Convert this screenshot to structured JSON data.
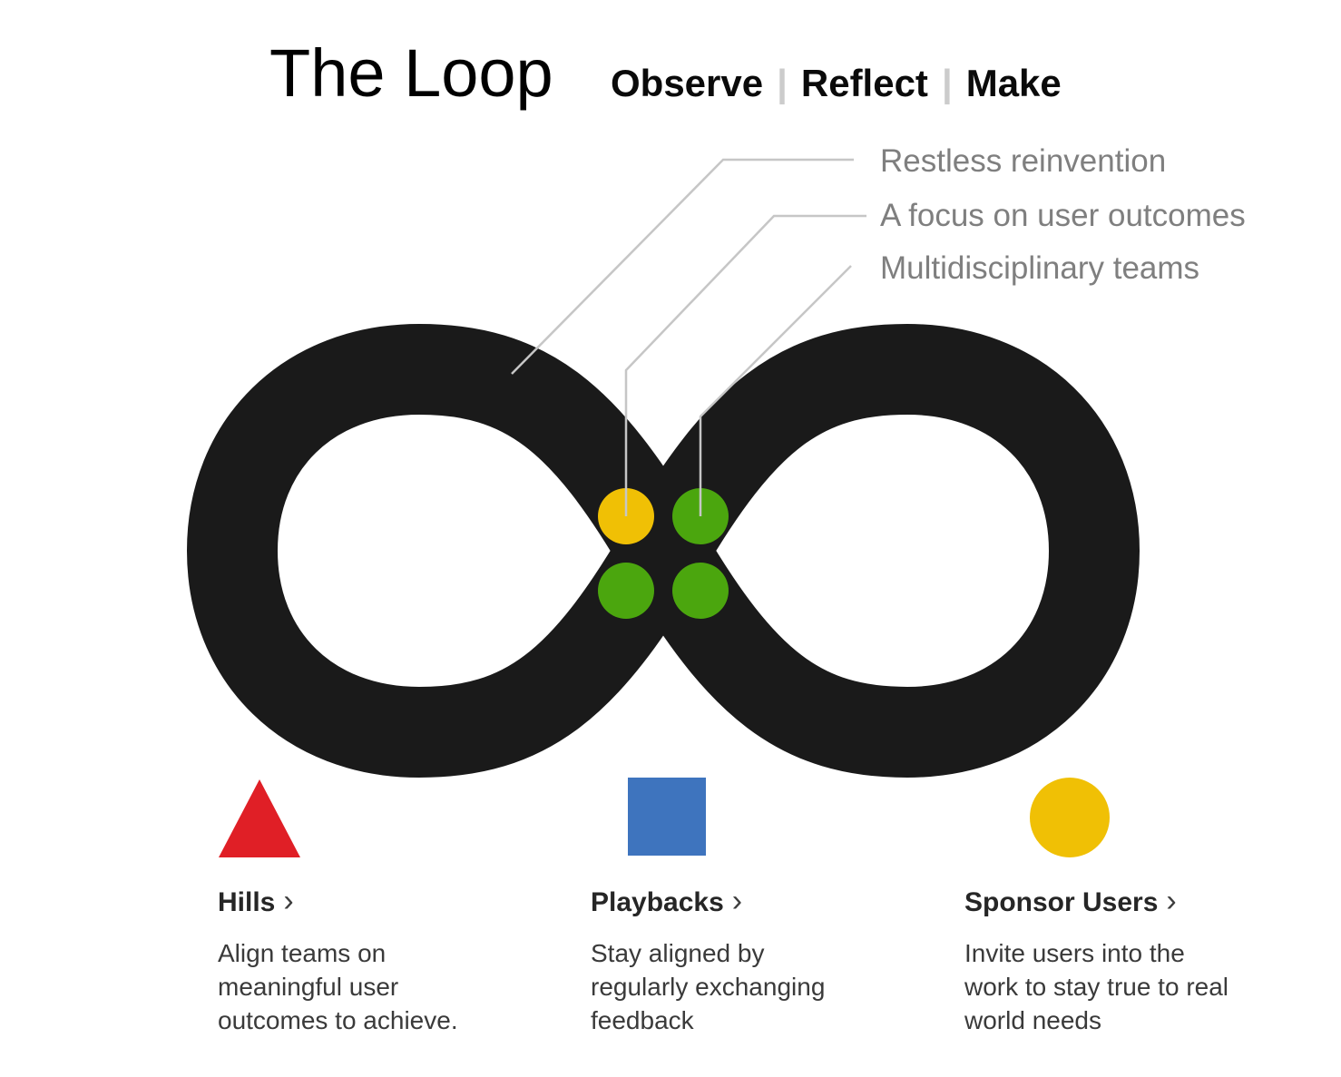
{
  "header": {
    "title": "The Loop",
    "separator": "|",
    "phases": [
      {
        "label": "Observe"
      },
      {
        "label": "Reflect"
      },
      {
        "label": "Make"
      }
    ]
  },
  "callouts": [
    {
      "label": "Restless reinvention"
    },
    {
      "label": "A focus on user outcomes"
    },
    {
      "label": "Multidisciplinary teams"
    }
  ],
  "diagram": {
    "loop_color": "#1a1a1a",
    "callout_line_color": "#c6c6c6",
    "dots": [
      {
        "name": "yellow-dot",
        "color": "#f0c005"
      },
      {
        "name": "green-dot-top-right",
        "color": "#4ba60e"
      },
      {
        "name": "green-dot-bottom-left",
        "color": "#4ba60e"
      },
      {
        "name": "green-dot-bottom-right",
        "color": "#4ba60e"
      }
    ]
  },
  "legend": [
    {
      "shape": "triangle",
      "color": "#e01f26",
      "title": "Hills",
      "chevron": "›",
      "description": "Align teams on meaningful user outcomes to achieve."
    },
    {
      "shape": "square",
      "color": "#3e74be",
      "title": "Playbacks",
      "chevron": "›",
      "description": "Stay aligned by regularly exchanging feedback"
    },
    {
      "shape": "circle",
      "color": "#f0c005",
      "title": "Sponsor Users",
      "chevron": "›",
      "description": "Invite users into the work to stay true to real world needs"
    }
  ]
}
